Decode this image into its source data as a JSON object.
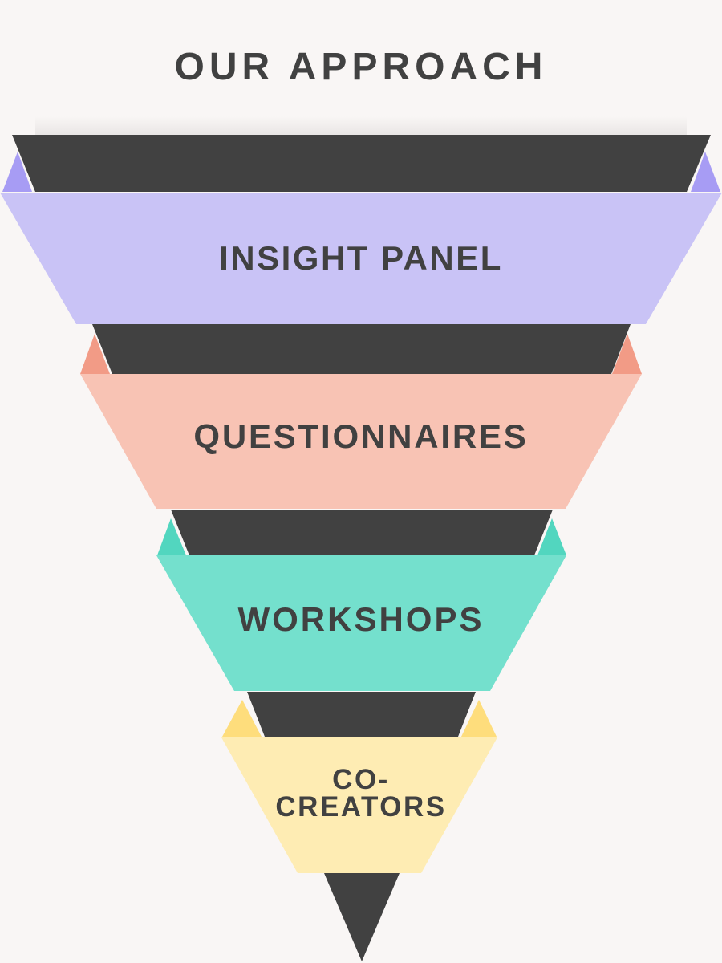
{
  "title": "OUR APPROACH",
  "funnel": {
    "levels": [
      {
        "label": "INSIGHT PANEL",
        "color": "#c9c3f6",
        "accent": "#a79cf4"
      },
      {
        "label": "QUESTIONNAIRES",
        "color": "#f8c3b4",
        "accent": "#f29b86"
      },
      {
        "label": "WORKSHOPS",
        "color": "#74e0cd",
        "accent": "#52d6bf"
      },
      {
        "label_lines": [
          "CO-",
          "CREATORS"
        ],
        "color": "#feecb3",
        "accent": "#fedd7c"
      }
    ],
    "dark_color": "#414141",
    "background": "#f9f6f5"
  }
}
